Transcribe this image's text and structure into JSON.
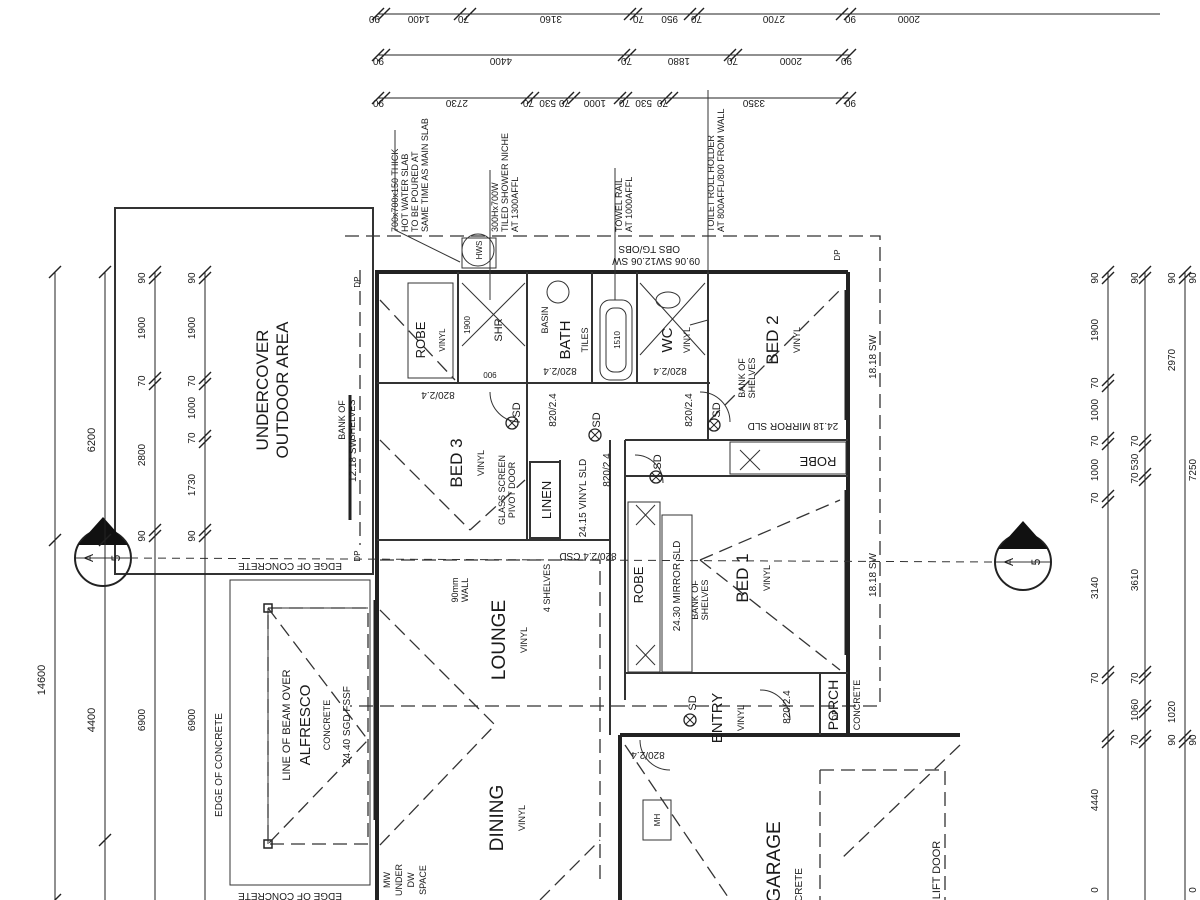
{
  "rooms": {
    "undercover": [
      "UNDERCOVER",
      "OUTDOOR AREA"
    ],
    "bed3": "BED 3",
    "bed2": "BED 2",
    "bed1": "BED 1",
    "lounge": "LOUNGE",
    "dining": "DINING",
    "garage": "GARAGE",
    "entry": "ENTRY",
    "porch": "PORCH",
    "bath": "BATH",
    "wc": "WC",
    "shr": "SHR",
    "linen": "LINEN",
    "robe_bed3": "ROBE",
    "robe_bed2": "ROBE",
    "robe_bed1": "ROBE",
    "alfresco": "ALFRESCO"
  },
  "finishes": {
    "vinyl": "VINYL",
    "tiles": "TILES",
    "concrete": "CONCRETE",
    "crete": "CRETE"
  },
  "notes": {
    "hws_slab": [
      "700x700x150 THICK",
      "HOT WATER SLAB",
      "TO BE POURED AT",
      "SAME TIME AS MAIN SLAB"
    ],
    "shower_niche": [
      "300Hx700W",
      "TILED SHOWER NICHE",
      "AT 1300AFFL"
    ],
    "towel_rail": [
      "TOWEL RAIL",
      "AT 1000AFFL"
    ],
    "toilet_roll": [
      "TOILET ROLL HOLDER",
      "AT 800AFFL/800 FROM WALL"
    ],
    "windows_top": [
      "09.06 SW12.06 SW",
      "OBS    TG/OBS"
    ],
    "bank_shelves": [
      "BANK OF",
      "SHELVES"
    ],
    "glass_screen": [
      "GLASS SCREEN",
      "PIVOT DOOR"
    ],
    "wall_90": [
      "90mm",
      "WALL"
    ],
    "four_shelves": "4 SHELVES",
    "edge_concrete": "EDGE OF CONCRETE",
    "beam_over": "LINE OF BEAM OVER",
    "alfresco_door": "24.40 SGD FSSF",
    "under_space": [
      "MW",
      "UNDER",
      "DW",
      "SPACE"
    ],
    "lift_door": "LIFT DOOR",
    "mh": "MH",
    "hws": "HWS",
    "basin": "BASIN",
    "dp": "DP"
  },
  "windows": {
    "bed3": "12.18 SW",
    "bed2": "18.18 SW",
    "bed1": "18.18 SW",
    "mirror_bed2": "24.18 MIRROR SLD",
    "mirror_bed1": "24.30 MIRROR SLD",
    "linen_sld": "24.15 VINYL SLD"
  },
  "doors": {
    "d1": "820/2.4",
    "d2": "820/2.4",
    "d3": "820/2.4",
    "d4": "820/2.4",
    "d5": "820/2.4",
    "d6": "820/2.4",
    "d7": "820/2.4",
    "d8": "820/2.4",
    "d9": "820/2.4",
    "csd": "820/2.4 CSD",
    "sd": "SD",
    "bath_dims": [
      "1900",
      "900",
      "1510"
    ]
  },
  "section": {
    "letter": "A",
    "number": "5"
  },
  "dimensions": {
    "top_row1": [
      "90",
      "1400",
      "70",
      "3160",
      "70",
      "950",
      "70",
      "2700",
      "90",
      "2000"
    ],
    "top_row2": [
      "90",
      "4400",
      "70",
      "1880",
      "70",
      "2000",
      "90"
    ],
    "top_row3": [
      "90",
      "2730",
      "70",
      "530",
      "70",
      "1000",
      "70",
      "530",
      "70",
      "3350",
      "90"
    ],
    "left_total": "14600",
    "left_row2": [
      "6200",
      "4400"
    ],
    "left_row3": [
      "90",
      "1900",
      "70",
      "2800",
      "90",
      "6900"
    ],
    "left_row4": [
      "90",
      "1900",
      "70",
      "1000",
      "70",
      "1730",
      "90",
      "6900"
    ],
    "right_col1": [
      "90",
      "1900",
      "70",
      "1000",
      "70",
      "1000",
      "70",
      "3140",
      "70",
      "4440",
      "0"
    ],
    "right_col2": [
      "90",
      "70",
      "530",
      "70",
      "3610",
      "70",
      "1060",
      "70"
    ],
    "right_col3": [
      "90",
      "2970",
      "1020",
      "90"
    ],
    "right_col4": [
      "90",
      "7250",
      "90"
    ],
    "right_extra": "0"
  }
}
